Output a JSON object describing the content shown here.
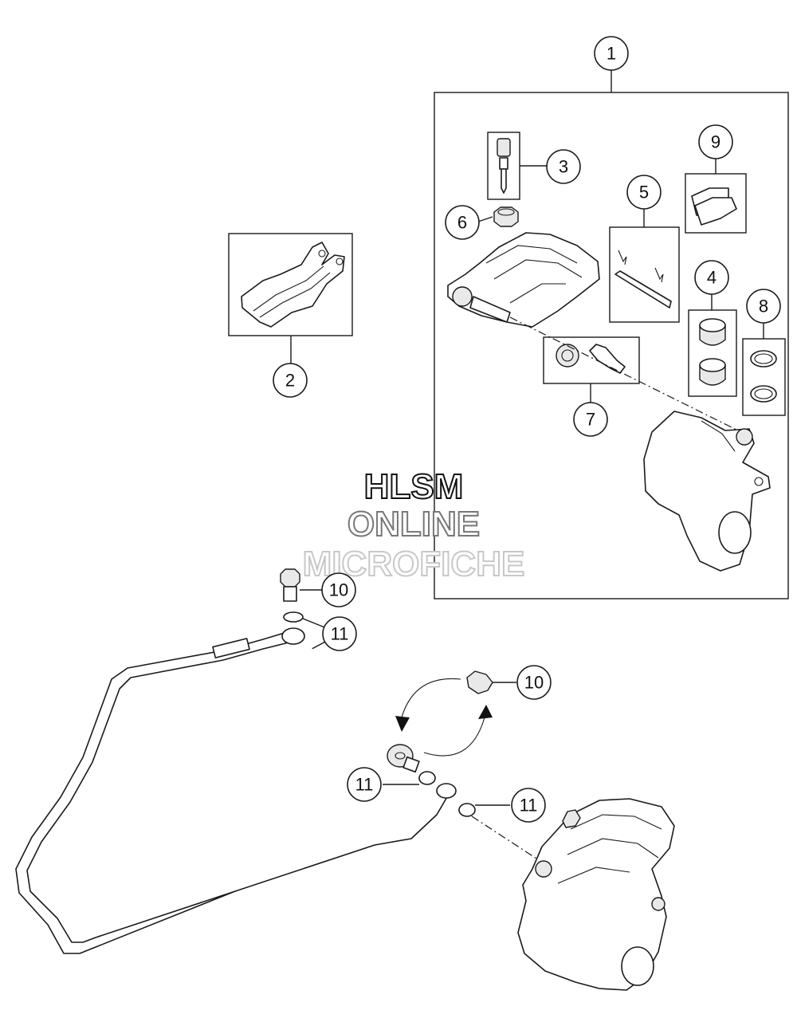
{
  "callouts": {
    "c1": "1",
    "c2": "2",
    "c3": "3",
    "c4": "4",
    "c5": "5",
    "c6": "6",
    "c7": "7",
    "c8": "8",
    "c9": "9",
    "c10a": "10",
    "c10b": "10",
    "c11a": "11",
    "c11b": "11",
    "c11c": "11"
  },
  "watermark": {
    "line1": "HLSM",
    "line2": "ONLINE",
    "line3": "MICROFICHE"
  }
}
